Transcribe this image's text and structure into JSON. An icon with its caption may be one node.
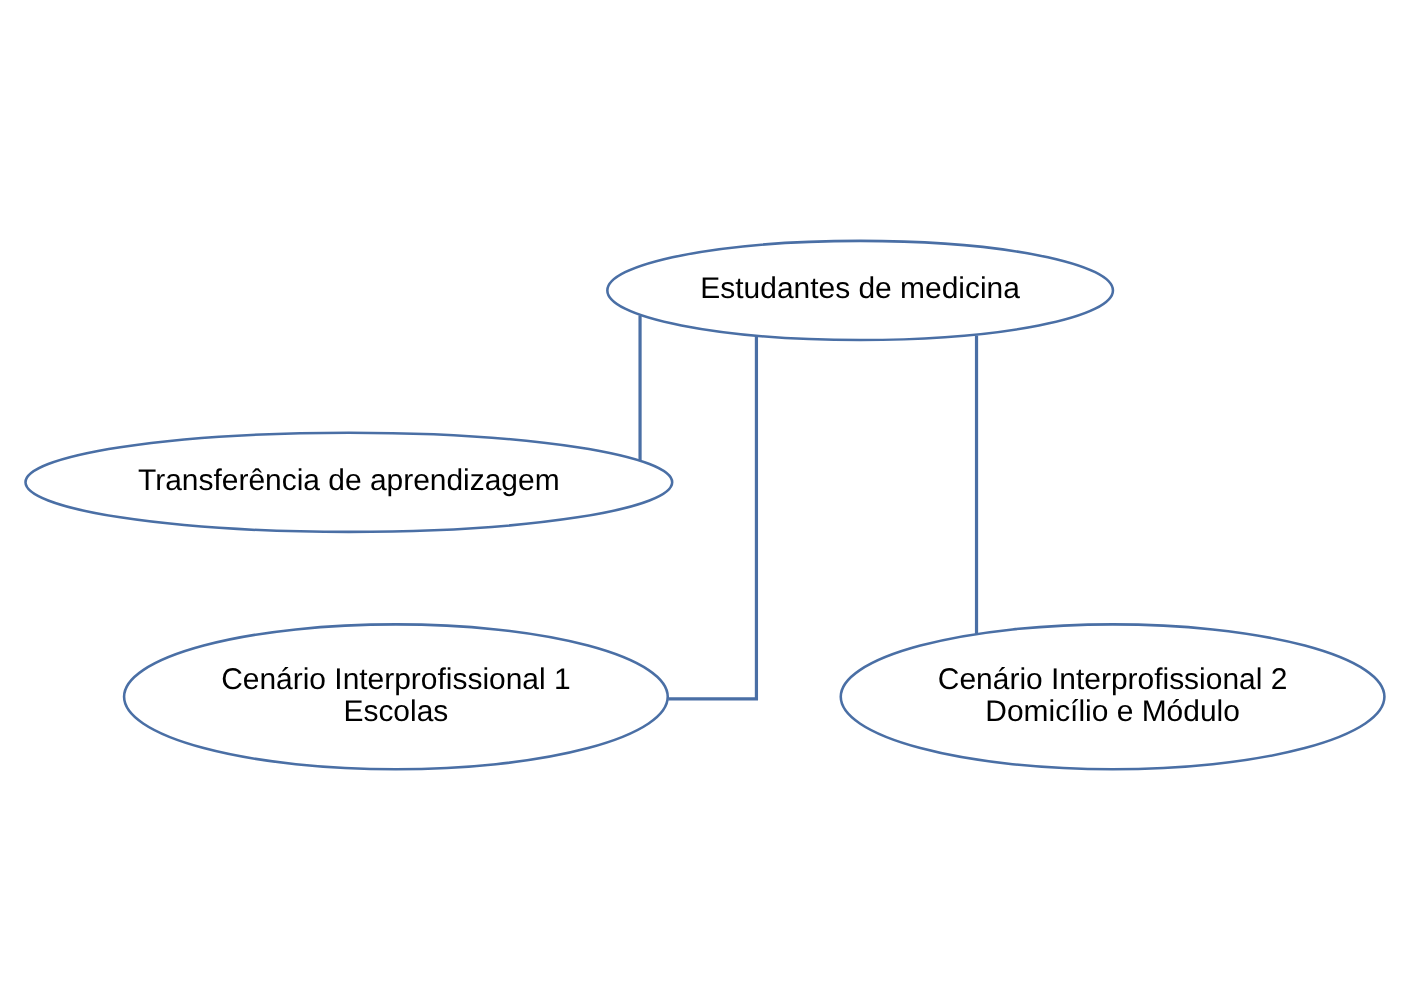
{
  "diagram": {
    "nodes": [
      {
        "text": [
          "Estudantes de medicina"
        ]
      },
      {
        "text": [
          "Transferência de aprendizagem"
        ]
      },
      {
        "text": [
          "Cenário Interprofissional 1",
          "Escolas"
        ]
      },
      {
        "text": [
          "Cenário Interprofissional 2",
          "Domicílio e Módulo"
        ]
      }
    ],
    "edges": [
      {
        "from": 0,
        "to": 1,
        "arrow": "none"
      },
      {
        "from": 0,
        "to": 2,
        "arrow": "none"
      },
      {
        "from": 0,
        "to": 3,
        "arrow": "none"
      }
    ]
  }
}
